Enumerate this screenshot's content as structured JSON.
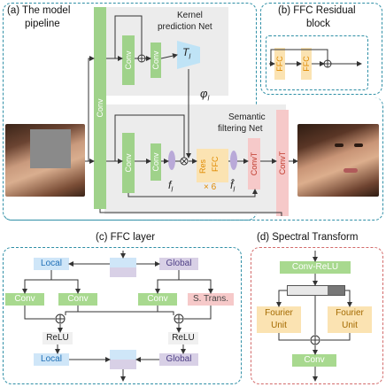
{
  "panels": {
    "a_title": "(a) The model",
    "a_title2": "pipeline",
    "b_title": "(b) FFC Residual",
    "b_title2": "block",
    "c_title": "(c) FFC layer",
    "d_title": "(d) Spectral Transform"
  },
  "pipeline": {
    "conv": "Conv",
    "kernel_net": "Kernel",
    "kernel_net2": "prediction Net",
    "semantic_net": "Semantic",
    "semantic_net2": "filtering Net",
    "t_label": "T",
    "t_sub": "l",
    "phi": "φ",
    "phi_sub": "l",
    "f_label": "f",
    "f_sub": "l",
    "fhat_label": "f̂",
    "fhat_sub": "l",
    "res_label": "Res",
    "ffc_label": "FFC",
    "times6": "× 6",
    "convt": "ConvT"
  },
  "ffc_block": {
    "ffc": "FFC"
  },
  "ffc_layer": {
    "local": "Local",
    "global": "Global",
    "conv": "Conv",
    "strans": "S. Trans.",
    "relu": "ReLU"
  },
  "spectral": {
    "conv_relu": "Conv-ReLU",
    "fourier1": "Fourier",
    "unit1": "Unit",
    "fourier2": "Fourier",
    "unit2": "Unit",
    "conv": "Conv"
  },
  "colors": {
    "green": "#9fd28a",
    "teal_border": "#2f8fa6",
    "red_border": "#d36b6b",
    "pink": "#f6c9c9",
    "orange": "#fbe3b2",
    "blue": "#cfe6f8",
    "purple": "#d8d0e6"
  }
}
